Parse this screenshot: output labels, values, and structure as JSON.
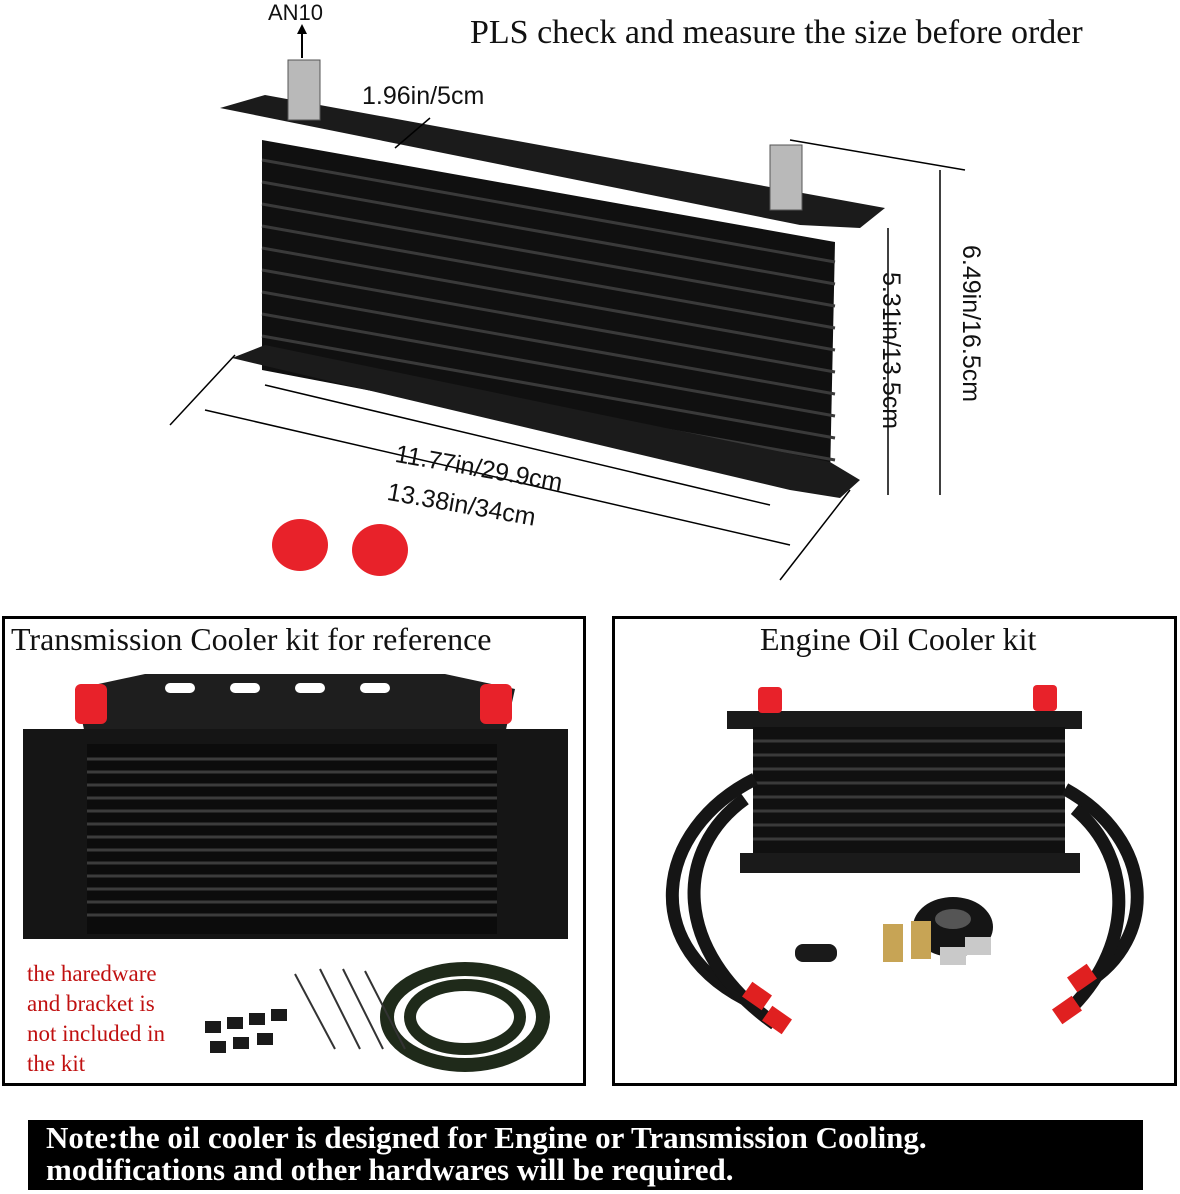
{
  "header": {
    "headline": "PLS check and measure the size before order",
    "port_label": "AN10"
  },
  "dimensions": {
    "core_width": "1.96in/5cm",
    "core_length": "11.77in/29.9cm",
    "total_length": "13.38in/34cm",
    "core_height": "5.31in/13.5cm",
    "total_height": "6.49in/16.5cm"
  },
  "panels": {
    "left_title": "Transmission Cooler kit for reference",
    "left_note_lines": [
      "the haredware",
      "and bracket is",
      "not included in",
      "the kit"
    ],
    "right_title": "Engine Oil Cooler kit"
  },
  "footer": {
    "line1": "Note:the oil cooler is designed for Engine or Transmission Cooling.",
    "line2": "modifications and other hardwares will be required."
  },
  "colors": {
    "cooler": "#141414",
    "fin": "#2a2a2a",
    "cap_red": "#e8222a",
    "note_red": "#c01010",
    "footer_bg": "#000000"
  }
}
